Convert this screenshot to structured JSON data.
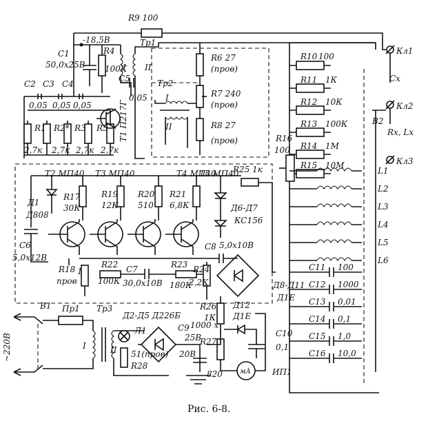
{
  "caption": "Рис. 6-8.",
  "power": {
    "supply_label": "~220В",
    "switch": "В1",
    "fuse": "Пр1",
    "transformer": "Тр3",
    "winding_primary": "I",
    "winding_secondary": "II",
    "diodes": "Д2-Д5 Д226Б",
    "lamp": "Л1",
    "r28": "R28",
    "r28_val": "51(пров)",
    "c9": "С9",
    "c9_val_a": "1000 x",
    "c9_val_b": "25В",
    "v20": "20В"
  },
  "top": {
    "r9": "R9 100",
    "v_supply": "-18,5В",
    "c1": "С1",
    "c1_val": "50,0x25В",
    "r4": "R4",
    "r4_val": "100К",
    "tr1": "Тр1",
    "tr1_winding_1": "I",
    "tr1_winding_2": "II",
    "c2": "С2",
    "c3": "С3",
    "c4": "С4",
    "c5": "С5",
    "c2_val": "0,05",
    "c3_val": "0,05",
    "c4_val": "0,05",
    "c5_val": "0,05",
    "r1": "R1",
    "r2": "R2*",
    "r3": "R3",
    "r5": "R5",
    "r1_val": "2,7к",
    "r2_val": "2,7к",
    "r3_val": "2,7к",
    "r5_val": "2,7к",
    "t1": "Т1 П217Г",
    "tr2": "Тр2",
    "tr2_winding_1": "I",
    "tr2_winding_2": "II",
    "r6": "R6 27",
    "r6_note": "(пров)",
    "r7": "R7 240",
    "r7_note": "(пров)",
    "r8": "R8 27",
    "r8_note": "(пров)"
  },
  "amp": {
    "t2": "Т2 МП40",
    "t3": "Т3 МП40",
    "t4": "Т4 МП40",
    "t5": "Т5 МП40",
    "r25": "R25 1к",
    "d1": "Д1",
    "d1_type": "Д808",
    "r17": "R17",
    "r17_val": "30К",
    "r19": "R19",
    "r19_val": "12К",
    "r20": "R20",
    "r20_val": "510",
    "r21": "R21",
    "r21_val": "6,8К",
    "d67": "Д6-Д7",
    "d67_type": "КС156",
    "c6": "С6",
    "c6_val": "5,0x12В",
    "r18": "R18",
    "r18_val_a": "1",
    "r18_val_b": "пров",
    "r22": "R22",
    "r22_val": "100К",
    "c7": "С7",
    "c7_val": "30,0x10В",
    "r23": "R23",
    "r23_val": "180К",
    "c8": "С8",
    "c8_val": "5,0x10В",
    "r24": "R24",
    "r24_val": "2,2К",
    "d811": "Д8-Д11",
    "d811_type": "Д1Е",
    "r26": "R26",
    "r26_val": "1К",
    "d12": "Д12",
    "d12_type": "Д1Е",
    "c10": "С10",
    "c10_val": "0,1",
    "r27": "R27",
    "r27_val": "820",
    "meter": "мА",
    "ip1": "ИП1"
  },
  "ranges": {
    "r10": "R10",
    "r10_val": "100",
    "r11": "R11",
    "r11_val": "1К",
    "r12": "R12",
    "r12_val": "10К",
    "r13": "R13",
    "r13_val": "100К",
    "r14": "R14",
    "r14_val": "1М",
    "r15": "R15",
    "r15_val": "10М",
    "r16": "R16",
    "r16_val": "100",
    "l1": "L1",
    "l2": "L2",
    "l3": "L3",
    "l4": "L4",
    "l5": "L5",
    "l6": "L6",
    "c11": "С11",
    "c11_val": "100",
    "c12": "С12",
    "c12_val": "1000",
    "c13": "С13",
    "c13_val": "0,01",
    "c14": "С14",
    "c14_val": "0,1",
    "c15": "С15",
    "c15_val": "1,0",
    "c16": "С16",
    "c16_val": "10,0",
    "kl1": "Кл1",
    "kl2": "Кл2",
    "kl3": "Кл3",
    "cx": "Сх",
    "rxlx": "Rх, Lх",
    "b2": "В2"
  }
}
